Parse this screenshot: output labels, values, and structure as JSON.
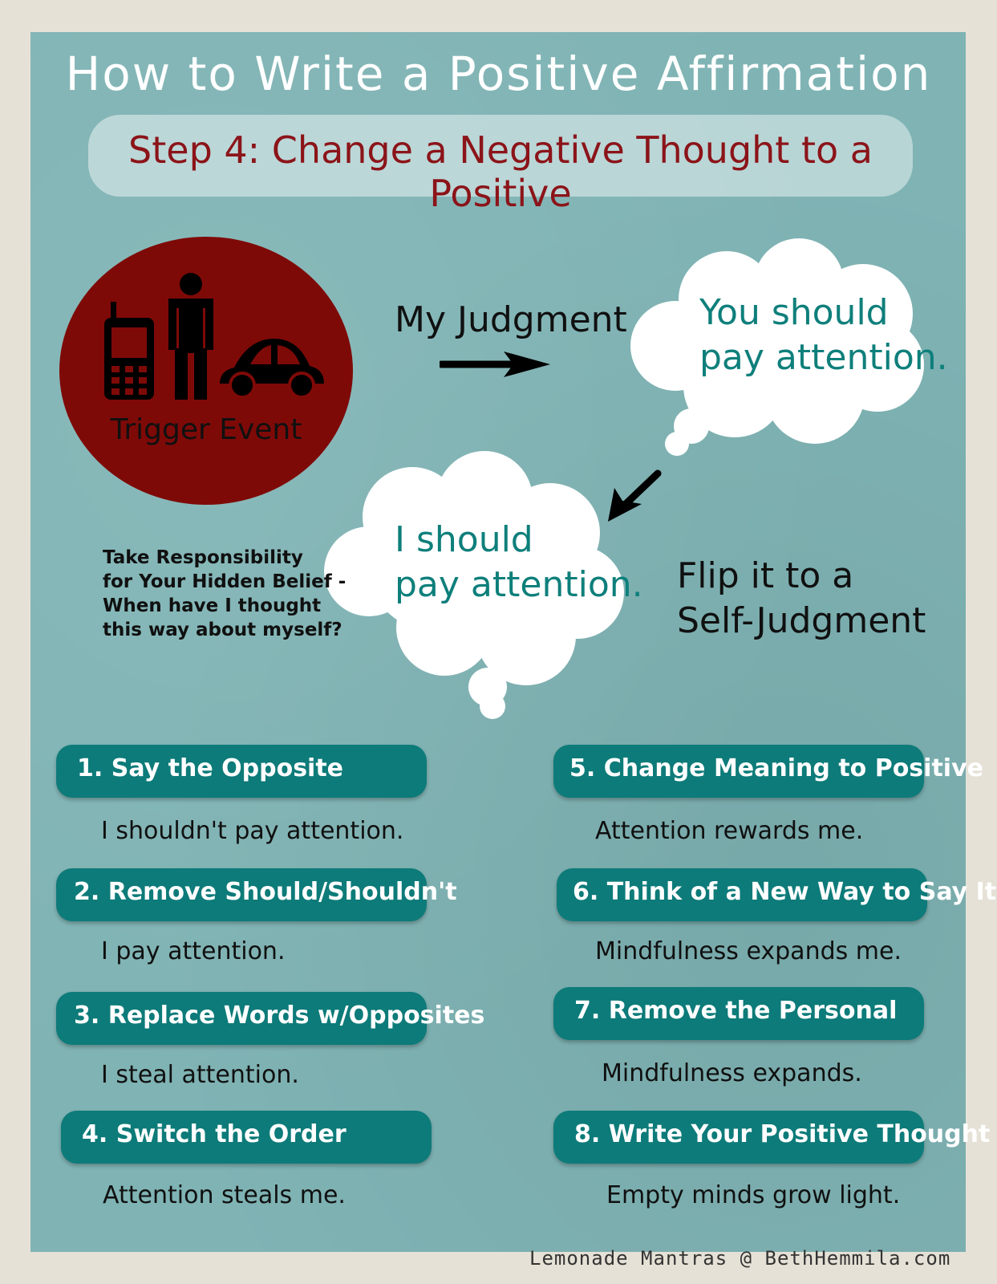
{
  "title": "How to Write a Positive Affirmation",
  "subtitle": "Step 4:  Change a Negative Thought to a Positive",
  "trigger": {
    "label": "Trigger Event",
    "icons": [
      "phone-icon",
      "person-icon",
      "car-icon"
    ]
  },
  "judgment": {
    "label": "My Judgment",
    "thought": [
      "You should",
      "pay attention."
    ]
  },
  "self_judgment": {
    "flip_label": [
      "Flip it to a",
      "Self-Judgment"
    ],
    "thought": [
      "I should",
      "pay attention."
    ]
  },
  "responsibility": [
    "Take Responsibility",
    "for Your Hidden Belief -",
    "When have I thought",
    "this way about myself?"
  ],
  "steps": [
    {
      "label": "1. Say the Opposite",
      "result": "I shouldn't pay attention."
    },
    {
      "label": "2. Remove Should/Shouldn't",
      "result": "I pay attention."
    },
    {
      "label": "3. Replace Words w/Opposites",
      "result": "I steal attention."
    },
    {
      "label": "4. Switch the Order",
      "result": "Attention steals me."
    },
    {
      "label": "5. Change Meaning to Positive",
      "result": "Attention rewards me."
    },
    {
      "label": "6. Think of a New Way to Say It",
      "result": "Mindfulness expands me."
    },
    {
      "label": "7. Remove the Personal",
      "result": "Mindfulness expands."
    },
    {
      "label": "8. Write Your Positive Thought",
      "result": "Empty minds grow light."
    }
  ],
  "credit": "Lemonade Mantras @ BethHemmila.com",
  "colors": {
    "background": "#7fb3b4",
    "accent_teal": "#0d7b79",
    "trigger_red": "#7e0a08",
    "subtitle_red": "#8b1419",
    "cloud_text": "#0e7f7b"
  }
}
